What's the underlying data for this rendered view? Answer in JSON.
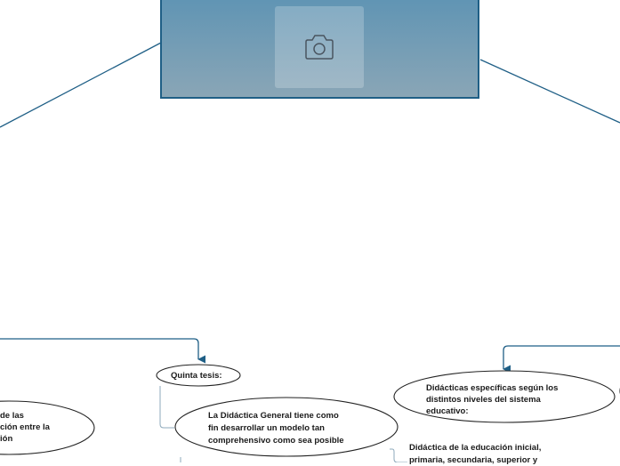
{
  "diagram": {
    "central_node": {
      "image_icon": "camera-icon"
    },
    "nodes": {
      "quinta_tesis": "Quinta tesis:",
      "didactica_general": [
        "La Didáctica General tiene como",
        "fin desarrollar un modelo tan",
        "comprehensivo como sea posible"
      ],
      "didacticas_especificas": [
        "Didácticas específicas según los",
        "distintos niveles del sistema",
        "educativo:"
      ],
      "left_partial": [
        "de las",
        "ción entre la",
        "ión"
      ],
      "didactica_educacion": [
        "Didáctica de la educación inicial,",
        "primaria, secundaria, superior y"
      ]
    },
    "colors": {
      "line": "#1f5f86",
      "node_fill_top": "#5f94b4",
      "node_fill_bottom": "#8aa6b6",
      "node_border": "#1f5f86",
      "bubble_border": "#222222"
    }
  }
}
